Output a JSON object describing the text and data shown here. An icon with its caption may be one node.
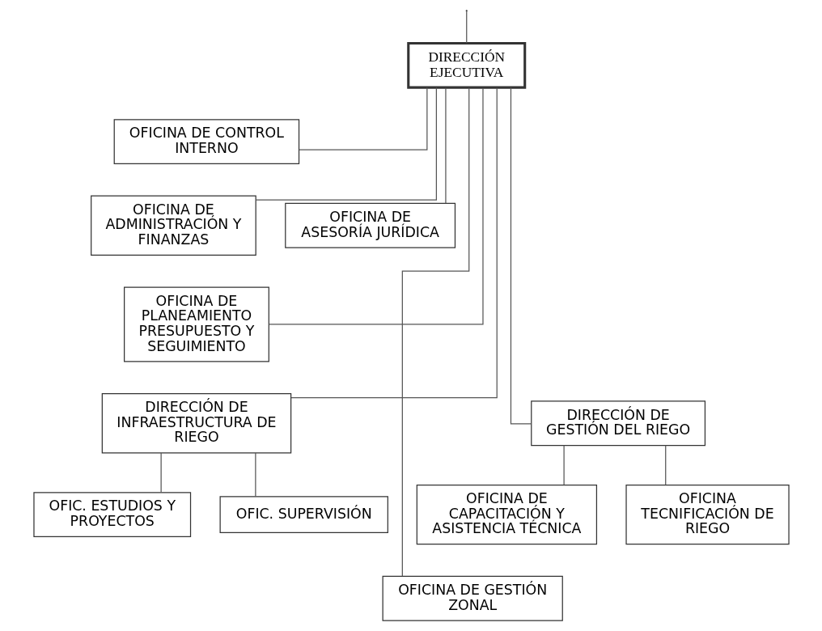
{
  "diagram": {
    "nodes": [
      {
        "text": [
          "DIRECCIÓN EJECUTIVA"
        ]
      },
      {
        "text": [
          "OFICINA DE CONTROL INTERNO"
        ]
      },
      {
        "text": [
          "OFICINA DE ADMINISTRACIÓN Y FINANZAS"
        ]
      },
      {
        "text": [
          "OFICINA DE ASESORÍA JURÍDICA"
        ]
      },
      {
        "text": [
          "OFICINA DE PLANEAMIENTO PRESUPUESTO Y SEGUIMIENTO"
        ]
      },
      {
        "text": [
          "DIRECCIÓN DE INFRAESTRUCTURA DE RIEGO"
        ]
      },
      {
        "text": [
          "DIRECCIÓN DE GESTIÓN DEL RIEGO"
        ]
      },
      {
        "text": [
          "OFIC. ESTUDIOS Y PROYECTOS"
        ]
      },
      {
        "text": [
          "OFIC. SUPERVISIÓN"
        ]
      },
      {
        "text": [
          "OFICINA DE CAPACITACIÓN Y ASISTENCIA TÉCNICA"
        ]
      },
      {
        "text": [
          "OFICINA TECNIFICACIÓN DE RIEGO"
        ]
      },
      {
        "text": [
          "OFICINA DE GESTIÓN ZONAL"
        ]
      }
    ],
    "edges": [
      {
        "from": null,
        "to": 0,
        "arrow": "none"
      },
      {
        "from": 0,
        "to": 1,
        "arrow": "none"
      },
      {
        "from": 0,
        "to": 2,
        "arrow": "none"
      },
      {
        "from": 0,
        "to": 3,
        "arrow": "none"
      },
      {
        "from": 0,
        "to": 4,
        "arrow": "none"
      },
      {
        "from": 0,
        "to": 5,
        "arrow": "none"
      },
      {
        "from": 0,
        "to": 6,
        "arrow": "none"
      },
      {
        "from": 5,
        "to": 7,
        "arrow": "none"
      },
      {
        "from": 5,
        "to": 8,
        "arrow": "none"
      },
      {
        "from": 6,
        "to": 9,
        "arrow": "none"
      },
      {
        "from": 6,
        "to": 10,
        "arrow": "none"
      },
      {
        "from": 0,
        "to": 11,
        "arrow": "none"
      }
    ]
  }
}
